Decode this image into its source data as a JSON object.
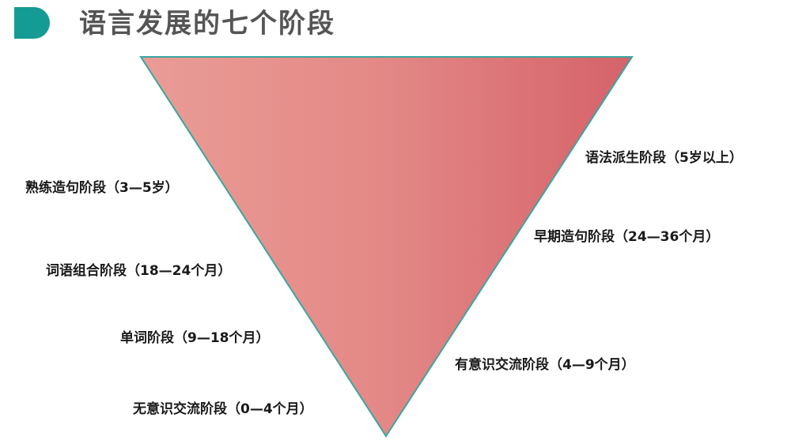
{
  "header": {
    "title": "语言发展的七个阶段",
    "accent_color": "#149B93",
    "title_color": "#555555"
  },
  "diagram": {
    "shape": "inverted-triangle",
    "gradient": {
      "left": "#EA9C96",
      "right": "#D5626A"
    },
    "outline_color": "#3AA6A0"
  },
  "stages": {
    "left": [
      {
        "label": "熟练造句阶段（3—5岁）"
      },
      {
        "label": "词语组合阶段（18—24个月）"
      },
      {
        "label": "单词阶段（9—18个月）"
      },
      {
        "label": "无意识交流阶段（0—4个月）"
      }
    ],
    "right": [
      {
        "label": "语法派生阶段（5岁以上）"
      },
      {
        "label": "早期造句阶段（24—36个月）"
      },
      {
        "label": "有意识交流阶段（4—9个月）"
      }
    ]
  }
}
